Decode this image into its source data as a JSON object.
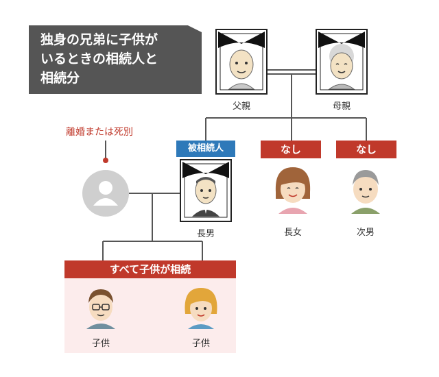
{
  "title": {
    "lines": [
      "独身の兄弟に子供が",
      "いるときの相続人と",
      "相続分"
    ]
  },
  "parents": {
    "father_label": "父親",
    "mother_label": "母親"
  },
  "divorce_note": "離婚または死別",
  "children": {
    "eldest_son": {
      "label": "長男",
      "badge": "被相続人"
    },
    "eldest_daughter": {
      "label": "長女",
      "badge": "なし"
    },
    "second_son": {
      "label": "次男",
      "badge": "なし"
    }
  },
  "grandchildren": {
    "banner": "すべて子供が相続",
    "first_label": "子供",
    "second_label": "子供"
  },
  "colors": {
    "title_bg": "#555555",
    "red": "#c0392b",
    "blue": "#2e79b9",
    "panel_bg": "#fcecec",
    "line": "#555555"
  }
}
